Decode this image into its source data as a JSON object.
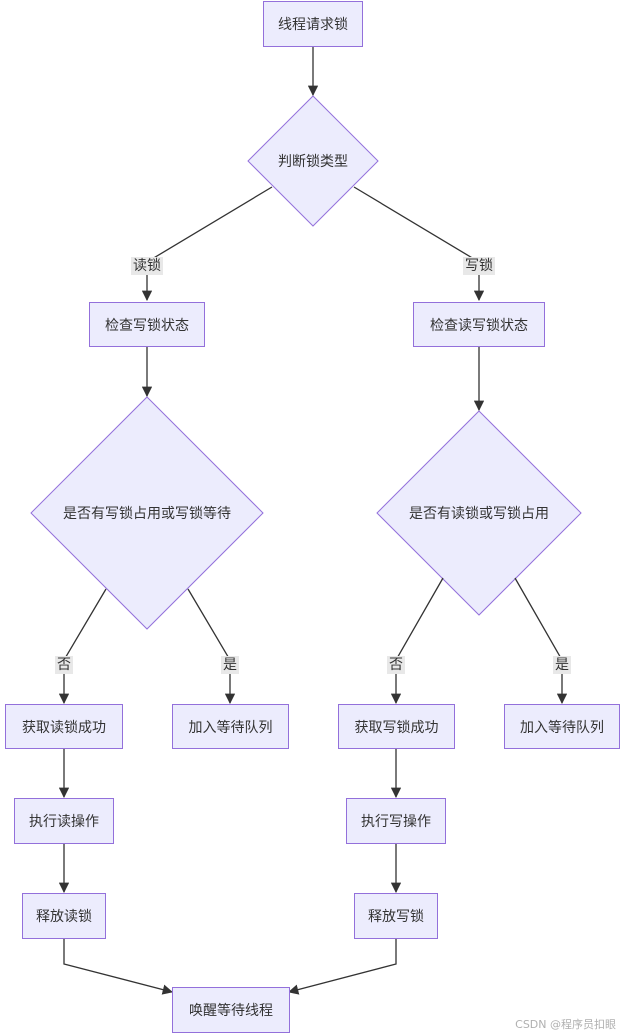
{
  "nodes": {
    "thread_request": "线程请求锁",
    "lock_type": "判断锁类型",
    "check_write": "检查写锁状态",
    "check_read": "检查读写锁状态",
    "read_decision": "是否有写锁占用或写锁等待",
    "write_decision": "是否有读锁或写锁占用",
    "get_read": "获取读锁成功",
    "queue_left": "加入等待队列",
    "get_write": "获取写锁成功",
    "queue_right": "加入等待队列",
    "exec_read": "执行读操作",
    "exec_write": "执行写操作",
    "release_read": "释放读锁",
    "release_write": "释放写锁",
    "wake": "唤醒等待线程"
  },
  "edges": {
    "read_lock": "读锁",
    "write_lock": "写锁",
    "left_no": "否",
    "left_yes": "是",
    "right_no": "否",
    "right_yes": "是"
  },
  "colors": {
    "fill": "#ececfd",
    "stroke": "#9370db",
    "line": "#333333"
  },
  "watermark": "CSDN @程序员扣眼"
}
